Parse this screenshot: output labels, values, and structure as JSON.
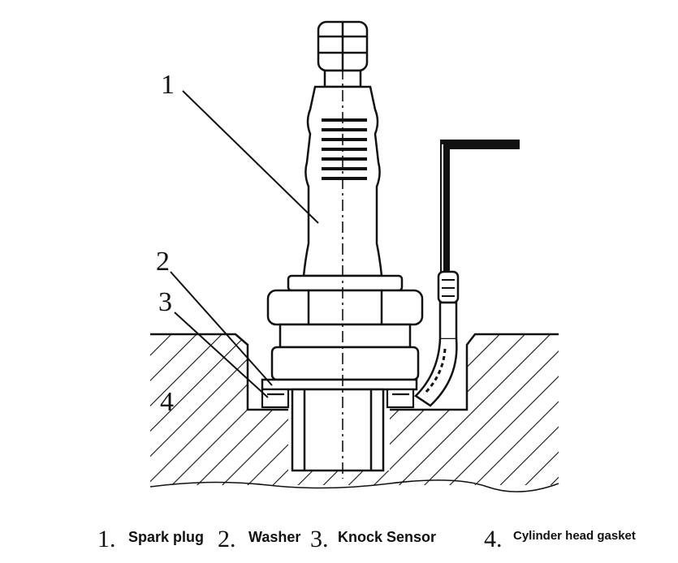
{
  "callouts": {
    "c1": "1",
    "c2": "2",
    "c3": "3",
    "c4": "4"
  },
  "legend": [
    {
      "num": "1.",
      "label": "Spark plug"
    },
    {
      "num": "2.",
      "label": "Washer"
    },
    {
      "num": "3.",
      "label": "Knock Sensor"
    },
    {
      "num": "4.",
      "label": "Cylinder head gasket"
    }
  ]
}
